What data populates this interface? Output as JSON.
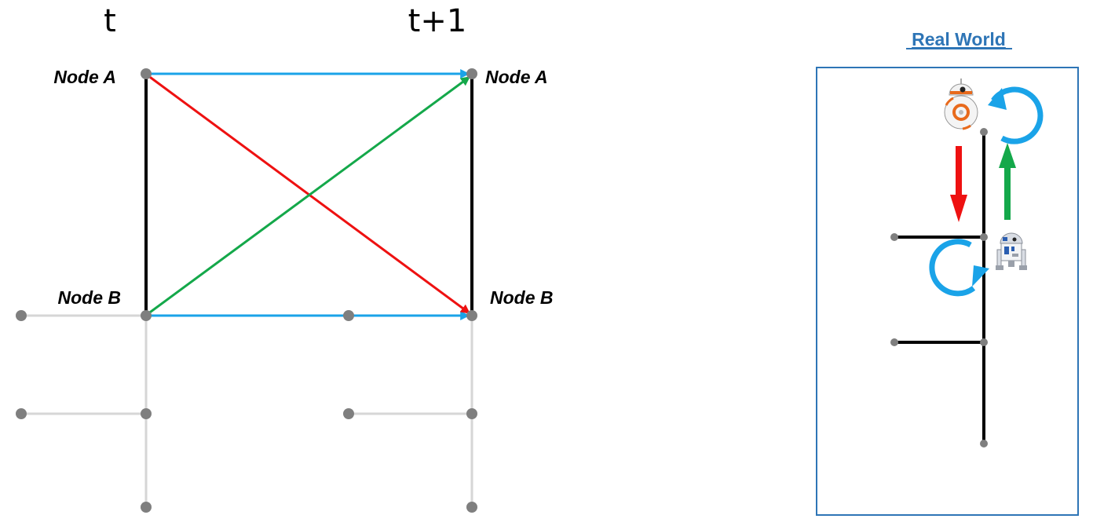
{
  "time_labels": {
    "t": "t",
    "t_next": "t+1"
  },
  "node_labels": {
    "a_t": "Node A",
    "a_t1": "Node A",
    "b_t": "Node B",
    "b_t1": "Node B"
  },
  "world": {
    "title": "Real World"
  },
  "robots": {
    "top": "bb8-robot",
    "bottom": "r2d2-robot"
  },
  "colors": {
    "stay_arrow": "#1aa3e8",
    "move_down_arrow": "#ee1111",
    "move_up_arrow": "#14a84a",
    "track_active": "#000000",
    "track_inactive": "#d6d6d6",
    "node": "#7f7f7f",
    "world_frame": "#2e75b6"
  }
}
